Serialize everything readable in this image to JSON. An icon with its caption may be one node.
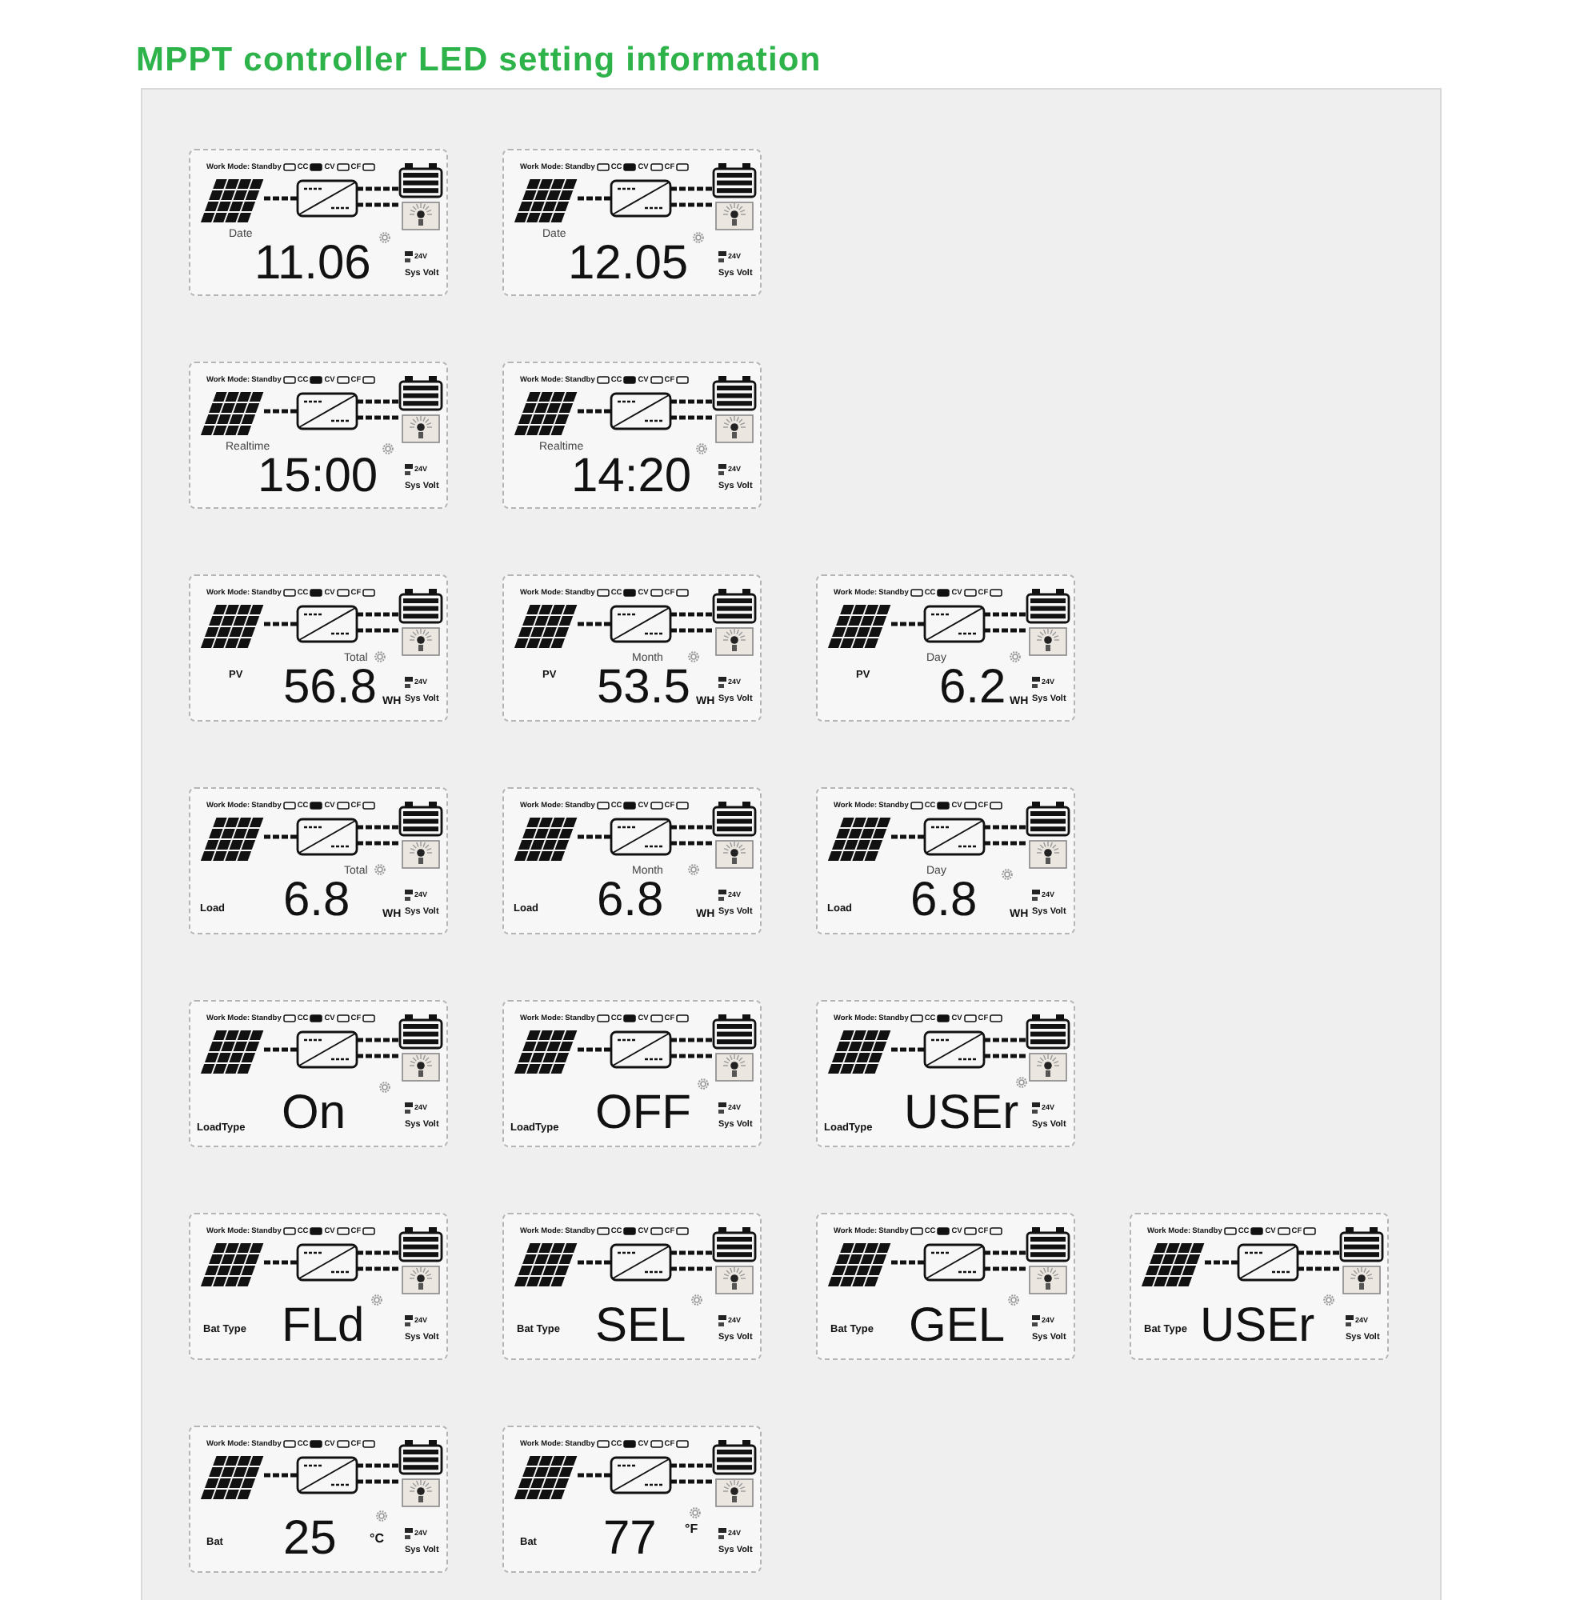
{
  "diagram": {
    "title": "MPPT controller LED setting information",
    "nodes": [
      {
        "text": [
          "Work Mode:",
          "Standby",
          "CC",
          "CV",
          "CF",
          "Date",
          "11.06",
          "24V",
          "Sys Volt"
        ]
      },
      {
        "text": [
          "Work Mode:",
          "Standby",
          "CC",
          "CV",
          "CF",
          "Date",
          "12.05",
          "24V",
          "Sys Volt"
        ]
      },
      {
        "text": [
          "Work Mode:",
          "Standby",
          "CC",
          "CV",
          "CF",
          "Realtime",
          "15:00",
          "24V",
          "Sys Volt"
        ]
      },
      {
        "text": [
          "Work Mode:",
          "Standby",
          "CC",
          "CV",
          "CF",
          "Realtime",
          "14:20",
          "24V",
          "Sys Volt"
        ]
      },
      {
        "text": [
          "Work Mode:",
          "Standby",
          "CC",
          "CV",
          "CF",
          "PV",
          "Total",
          "56.8",
          "WH",
          "24V",
          "Sys Volt"
        ]
      },
      {
        "text": [
          "Work Mode:",
          "Standby",
          "CC",
          "CV",
          "CF",
          "PV",
          "Month",
          "53.5",
          "WH",
          "24V",
          "Sys Volt"
        ]
      },
      {
        "text": [
          "Work Mode:",
          "Standby",
          "CC",
          "CV",
          "CF",
          "PV",
          "Day",
          "6.2",
          "WH",
          "24V",
          "Sys Volt"
        ]
      },
      {
        "text": [
          "Work Mode:",
          "Standby",
          "CC",
          "CV",
          "CF",
          "Load",
          "Total",
          "6.8",
          "WH",
          "24V",
          "Sys Volt"
        ]
      },
      {
        "text": [
          "Work Mode:",
          "Standby",
          "CC",
          "CV",
          "CF",
          "Load",
          "Month",
          "6.8",
          "WH",
          "24V",
          "Sys Volt"
        ]
      },
      {
        "text": [
          "Work Mode:",
          "Standby",
          "CC",
          "CV",
          "CF",
          "Load",
          "Day",
          "6.8",
          "WH",
          "24V",
          "Sys Volt"
        ]
      },
      {
        "text": [
          "Work Mode:",
          "Standby",
          "CC",
          "CV",
          "CF",
          "LoadType",
          "On",
          "24V",
          "Sys Volt"
        ]
      },
      {
        "text": [
          "Work Mode:",
          "Standby",
          "CC",
          "CV",
          "CF",
          "LoadType",
          "OFF",
          "24V",
          "Sys Volt"
        ]
      },
      {
        "text": [
          "Work Mode:",
          "Standby",
          "CC",
          "CV",
          "CF",
          "LoadType",
          "USEr",
          "24V",
          "Sys Volt"
        ]
      },
      {
        "text": [
          "Work Mode:",
          "Standby",
          "CC",
          "CV",
          "CF",
          "Bat Type",
          "FLd",
          "24V",
          "Sys Volt"
        ]
      },
      {
        "text": [
          "Work Mode:",
          "Standby",
          "CC",
          "CV",
          "CF",
          "Bat Type",
          "SEL",
          "24V",
          "Sys Volt"
        ]
      },
      {
        "text": [
          "Work Mode:",
          "Standby",
          "CC",
          "CV",
          "CF",
          "Bat Type",
          "GEL",
          "24V",
          "Sys Volt"
        ]
      },
      {
        "text": [
          "Work Mode:",
          "Standby",
          "CC",
          "CV",
          "CF",
          "Bat Type",
          "USEr",
          "24V",
          "Sys Volt"
        ]
      },
      {
        "text": [
          "Work Mode:",
          "Standby",
          "CC",
          "CV",
          "CF",
          "Bat",
          "25",
          "°C",
          "24V",
          "Sys Volt"
        ]
      },
      {
        "text": [
          "Work Mode:",
          "Standby",
          "CC",
          "CV",
          "CF",
          "Bat",
          "77",
          "°F",
          "24V",
          "Sys Volt"
        ]
      }
    ]
  }
}
